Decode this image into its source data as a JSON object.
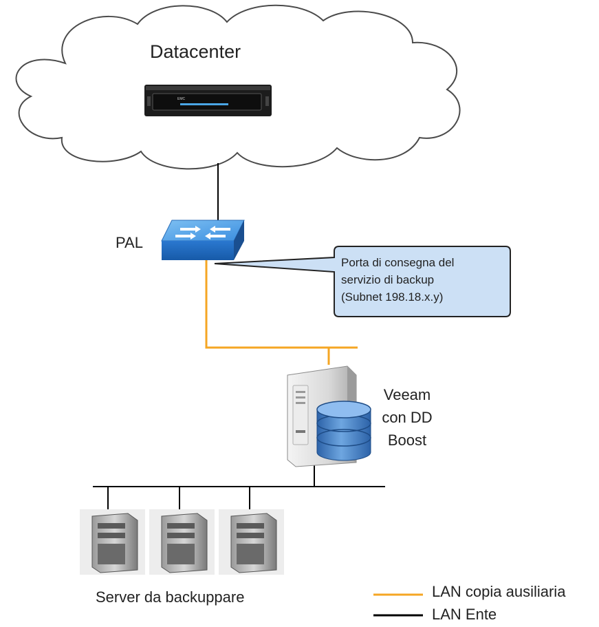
{
  "diagram": {
    "datacenter_label": "Datacenter",
    "switch_label": "PAL",
    "callout_text": "Porta di consegna del\nservizio di backup\n(Subnet 198.18.x.y)",
    "veeam_label": "Veeam con DD Boost",
    "servers_label": "Server da backuppare",
    "storage_brand": "EMC"
  },
  "legend": {
    "aux_label": "LAN copia ausiliaria",
    "ente_label": "LAN Ente"
  },
  "colors": {
    "aux_line": "#f5a623",
    "ente_line": "#000000",
    "switch_blue": "#2f7fd6",
    "callout_fill": "#cce0f5",
    "database_blue": "#3d7cc9"
  }
}
